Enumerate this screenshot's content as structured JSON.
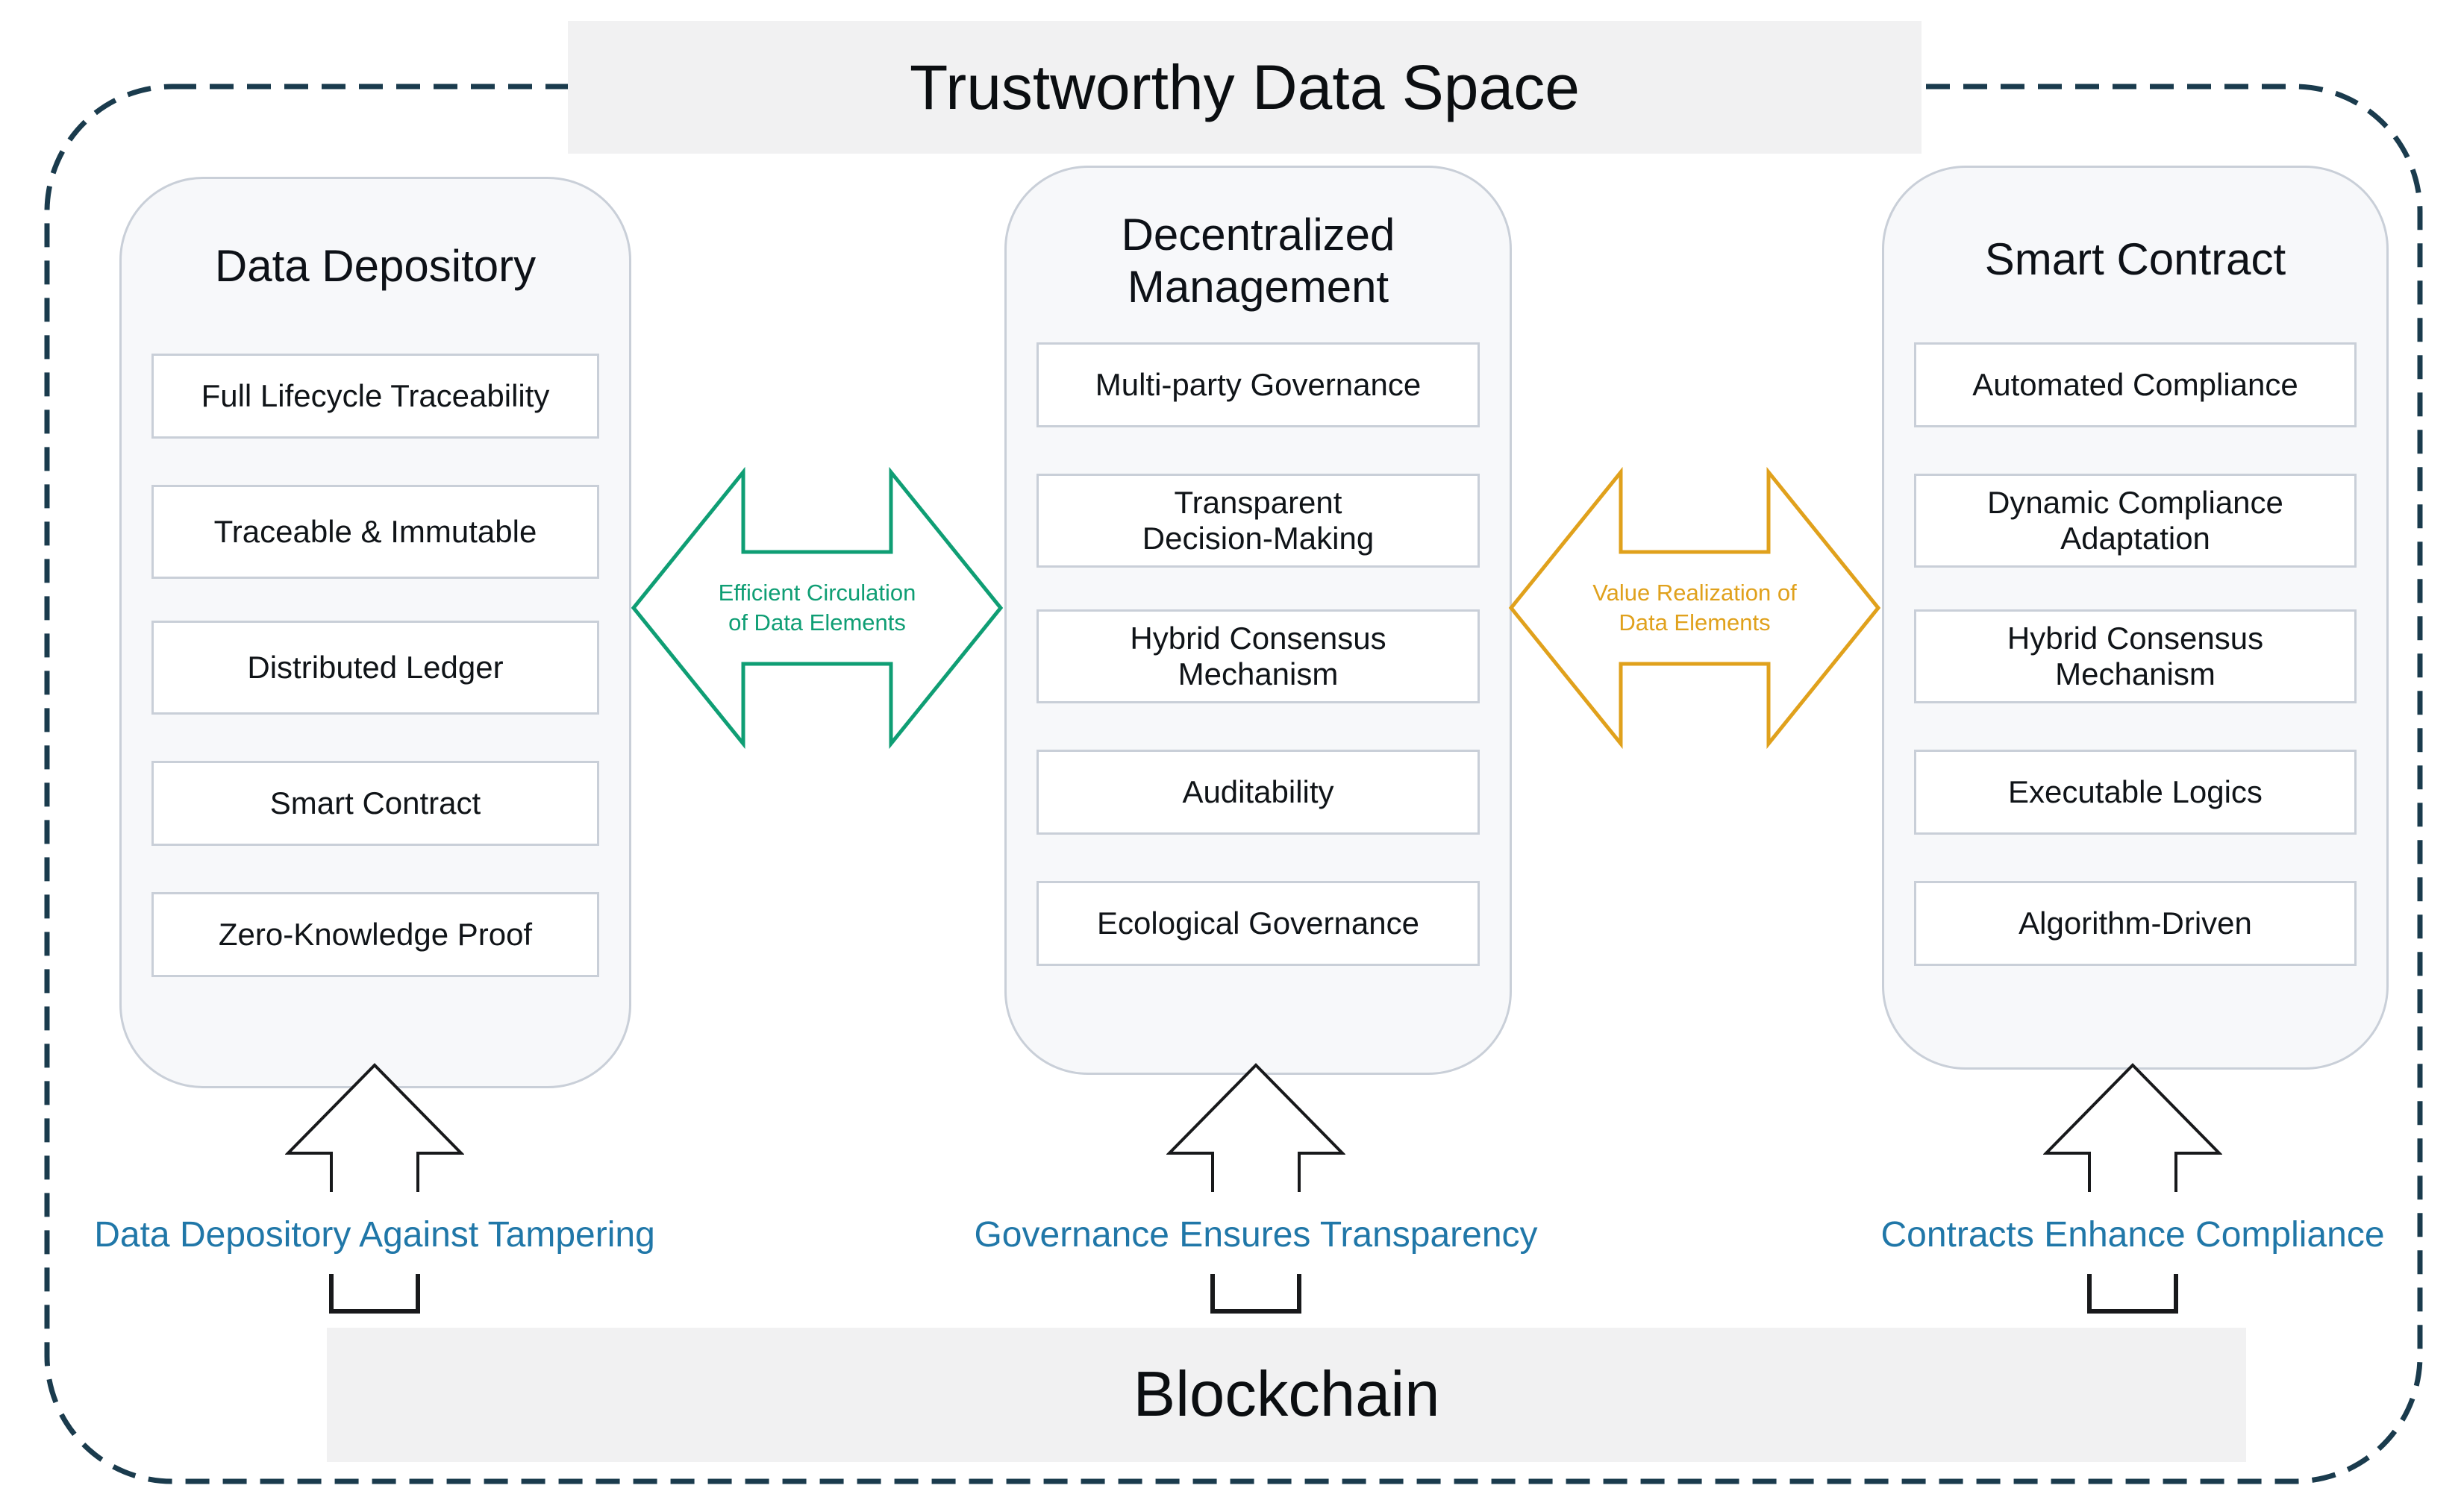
{
  "title": "Trustworthy Data Space",
  "bottom_banner": "Blockchain",
  "columns": [
    {
      "heading": "Data Depository",
      "items": [
        "Full Lifecycle Traceability",
        "Traceable & Immutable",
        "Distributed Ledger",
        "Smart Contract",
        "Zero-Knowledge Proof"
      ],
      "caption": "Data Depository Against Tampering"
    },
    {
      "heading": "Decentralized\nManagement",
      "items": [
        "Multi-party Governance",
        "Transparent\nDecision-Making",
        "Hybrid Consensus\nMechanism",
        "Auditability",
        "Ecological Governance"
      ],
      "caption": "Governance Ensures Transparency"
    },
    {
      "heading": "Smart Contract",
      "items": [
        "Automated Compliance",
        "Dynamic Compliance\nAdaptation",
        "Hybrid Consensus\nMechanism",
        "Executable Logics",
        "Algorithm-Driven"
      ],
      "caption": "Contracts Enhance Compliance"
    }
  ],
  "connectors": [
    {
      "label": "Efficient Circulation\nof Data Elements",
      "color": "#0F9E74"
    },
    {
      "label": "Value Realization of\nData Elements",
      "color": "#E0A11C"
    }
  ],
  "colors": {
    "accent_green": "#0F9E74",
    "accent_orange": "#E0A11C",
    "caption_blue": "#2077A8",
    "dashed_border": "#1A3B4D",
    "panel_border": "#C9CFD8",
    "banner_bg": "#F1F1F2"
  }
}
